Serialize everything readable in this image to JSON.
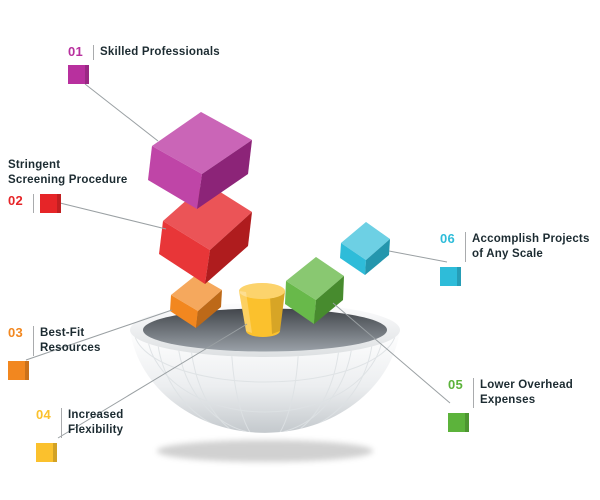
{
  "figure": {
    "kind": "benefits-infographic",
    "background": "#ffffff",
    "line_color": "#9aa0a3",
    "text_color": "#1c2b31",
    "bowl": {
      "shell_light": "#ffffff",
      "shell_dark": "#c4c9cd",
      "interior_dark": "#42464b",
      "interior_light": "#9aa1a8"
    }
  },
  "items": [
    {
      "number": "01",
      "line1": "Skilled Professionals",
      "line2": "",
      "color": "#b8309e"
    },
    {
      "number": "02",
      "line1": "Stringent",
      "line2": "Screening Procedure",
      "color": "#e62528"
    },
    {
      "number": "03",
      "line1": "Best-Fit",
      "line2": "Resources",
      "color": "#f2871f"
    },
    {
      "number": "04",
      "line1": "Increased",
      "line2": "Flexibility",
      "color": "#fbc12d"
    },
    {
      "number": "05",
      "line1": "Lower Overhead",
      "line2": "Expenses",
      "color": "#5cb33b"
    },
    {
      "number": "06",
      "line1": "Accomplish Projects",
      "line2": "of Any Scale",
      "color": "#2ebcd9"
    }
  ]
}
